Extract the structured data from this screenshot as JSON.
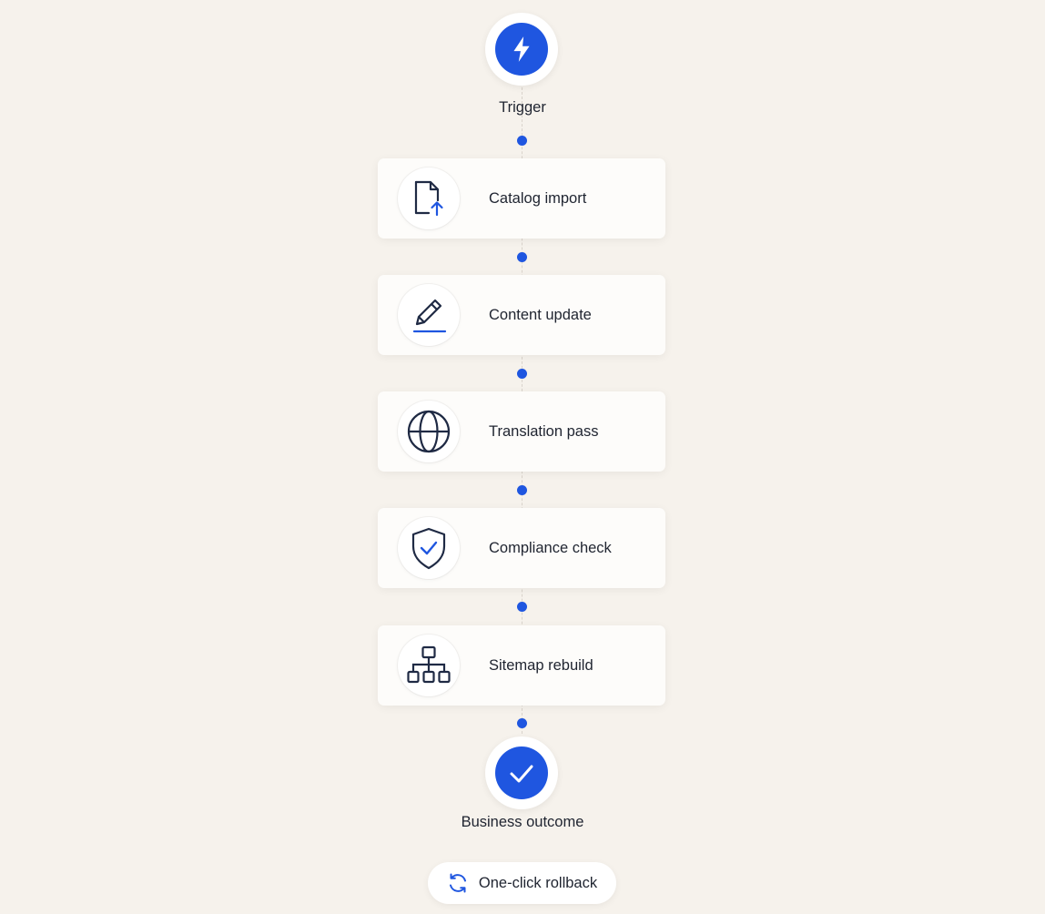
{
  "accent_color": "#1f56e0",
  "trigger": {
    "label": "Trigger",
    "icon": "lightning-bolt-icon"
  },
  "steps": [
    {
      "label": "Catalog import",
      "icon": "file-upload-icon"
    },
    {
      "label": "Content update",
      "icon": "pencil-icon"
    },
    {
      "label": "Translation pass",
      "icon": "globe-icon"
    },
    {
      "label": "Compliance check",
      "icon": "shield-check-icon"
    },
    {
      "label": "Sitemap rebuild",
      "icon": "sitemap-icon"
    }
  ],
  "outcome": {
    "label": "Business outcome",
    "icon": "checkmark-icon"
  },
  "rollback": {
    "label": "One-click rollback",
    "icon": "refresh-icon"
  }
}
